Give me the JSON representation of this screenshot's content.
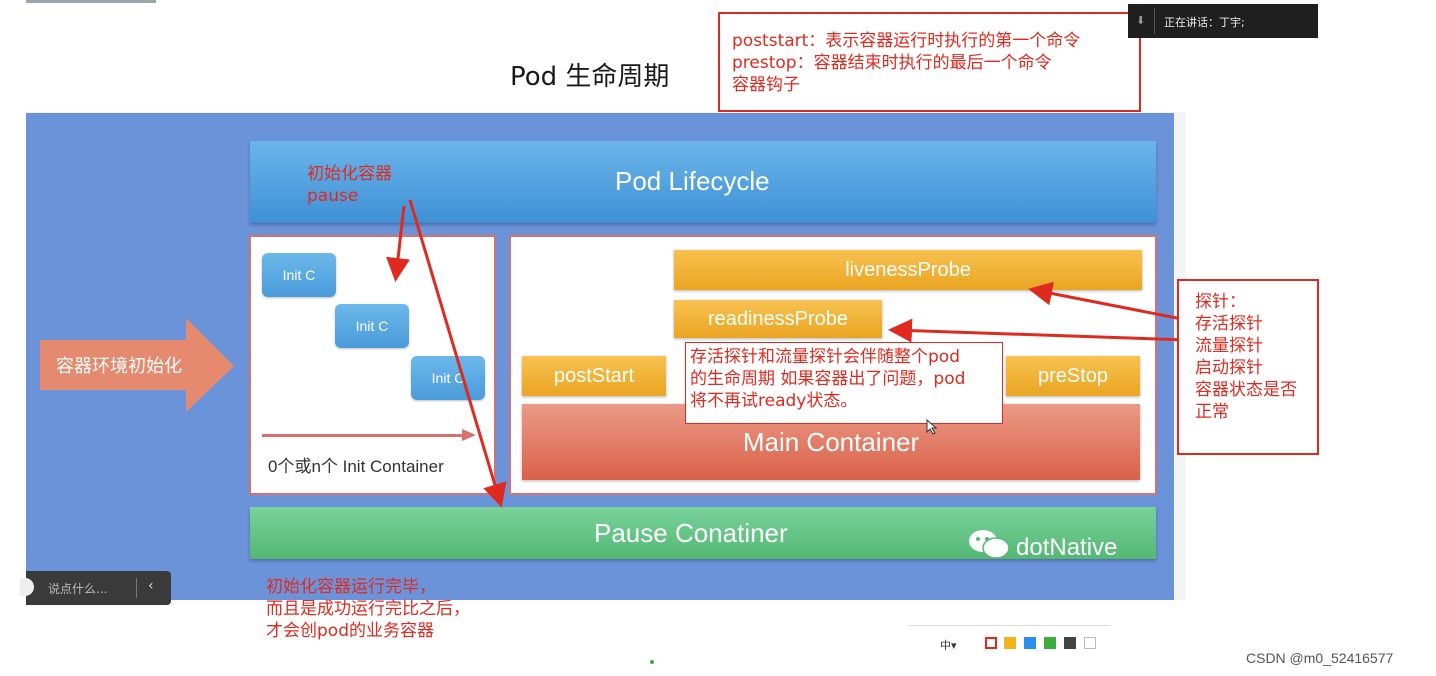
{
  "slide": {
    "title": "Pod 生命周期",
    "env_init_label": "容器环境初始化",
    "lifecycle_title": "Pod Lifecycle",
    "init_containers": [
      "Init C",
      "Init C",
      "Init C"
    ],
    "init_caption": "0个或n个 Init Container",
    "liveness": "livenessProbe",
    "readiness": "readinessProbe",
    "poststart": "postStart",
    "prestop": "preStop",
    "main_container": "Main Container",
    "pause_container": "Pause Conatiner",
    "brand": "dotNative"
  },
  "annotations": {
    "init_note": [
      "初始化容器",
      "pause"
    ],
    "hook_note": [
      "poststart：表示容器运行时执行的第一个命令",
      "prestop：容器结束时执行的最后一个命令",
      "容器钩子"
    ],
    "probe_note": [
      "探针：",
      "存活探针",
      "流量探针",
      "启动探针",
      "容器状态是否",
      "正常"
    ],
    "probe_text": [
      "存活探针和流量探针会伴随整个pod",
      "的生命周期 如果容器出了问题，pod",
      "将不再试ready状态。"
    ],
    "bottom_note": [
      "初始化容器运行完毕，",
      "而且是成功运行完比之后，",
      "才会创pod的业务容器"
    ]
  },
  "overlay": {
    "speaker": "正在讲话：丁宇;",
    "chat_placeholder": "说点什么...",
    "chat_collapse": "‹",
    "ime": "中▾",
    "pen_colors": [
      "#e02a1f",
      "#f5b31b",
      "#2f8df0",
      "#3aae3a",
      "#444444",
      "#ffffff"
    ]
  },
  "watermark": "CSDN @m0_52416577",
  "colors": {
    "annotation_red": "#e02a1f",
    "panel_blue": "#6b93d9",
    "probe_orange": "#eaa522",
    "main_red": "#d9614a",
    "pause_green": "#54b875"
  }
}
